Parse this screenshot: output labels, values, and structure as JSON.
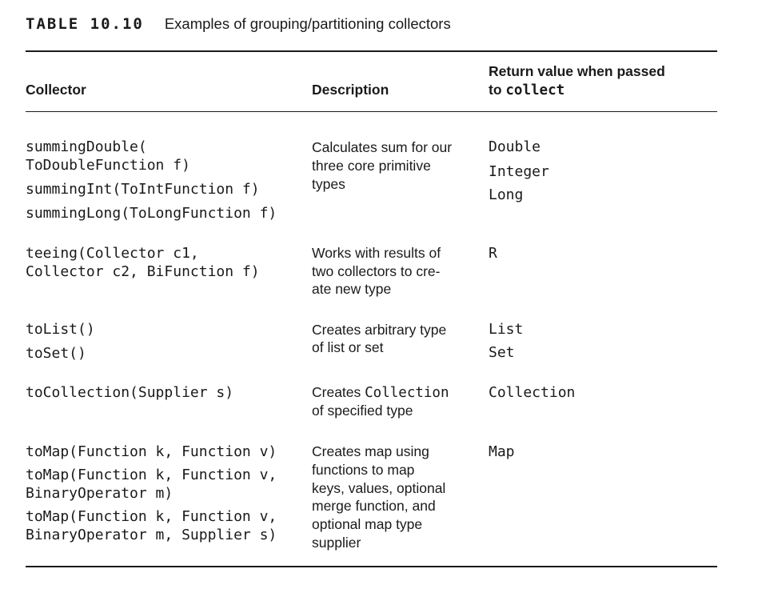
{
  "caption": {
    "label": "TABLE 10.10",
    "title": "Examples of grouping/partitioning collectors"
  },
  "headers": {
    "collector": "Collector",
    "description": "Description",
    "return_line1": "Return value when passed",
    "return_line2_prefix": "to ",
    "return_line2_code": "collect"
  },
  "rows": [
    {
      "collector": [
        "summingDouble(",
        "ToDoubleFunction f)",
        "summingInt(ToIntFunction f)",
        "summingLong(ToLongFunction f)"
      ],
      "description": [
        "Calculates sum for our",
        "three core primitive",
        "types"
      ],
      "returns": [
        "Double",
        "Integer",
        "Long"
      ]
    },
    {
      "collector": [
        "teeing(Collector c1,",
        "Collector c2, BiFunction f)"
      ],
      "description": [
        "Works with results of",
        "two collectors to cre-",
        "ate new type"
      ],
      "returns": [
        "R"
      ]
    },
    {
      "collector": [
        "toList()",
        "toSet()"
      ],
      "description": [
        "Creates arbitrary type",
        "of list or set"
      ],
      "returns": [
        "List",
        "Set"
      ]
    },
    {
      "collector": [
        "toCollection(Supplier s)"
      ],
      "description_line1_prefix": "Creates ",
      "description_line1_code": "Collection",
      "description": [
        "of specified type"
      ],
      "returns": [
        "Collection"
      ]
    },
    {
      "collector": [
        "toMap(Function k, Function v)",
        "toMap(Function k, Function v,",
        "BinaryOperator m)",
        "toMap(Function k, Function v,",
        "BinaryOperator m, Supplier s)"
      ],
      "description": [
        "Creates map using",
        "functions to map",
        "keys, values, optional",
        "merge function, and",
        "optional map type",
        "supplier"
      ],
      "returns": [
        "Map"
      ]
    }
  ]
}
